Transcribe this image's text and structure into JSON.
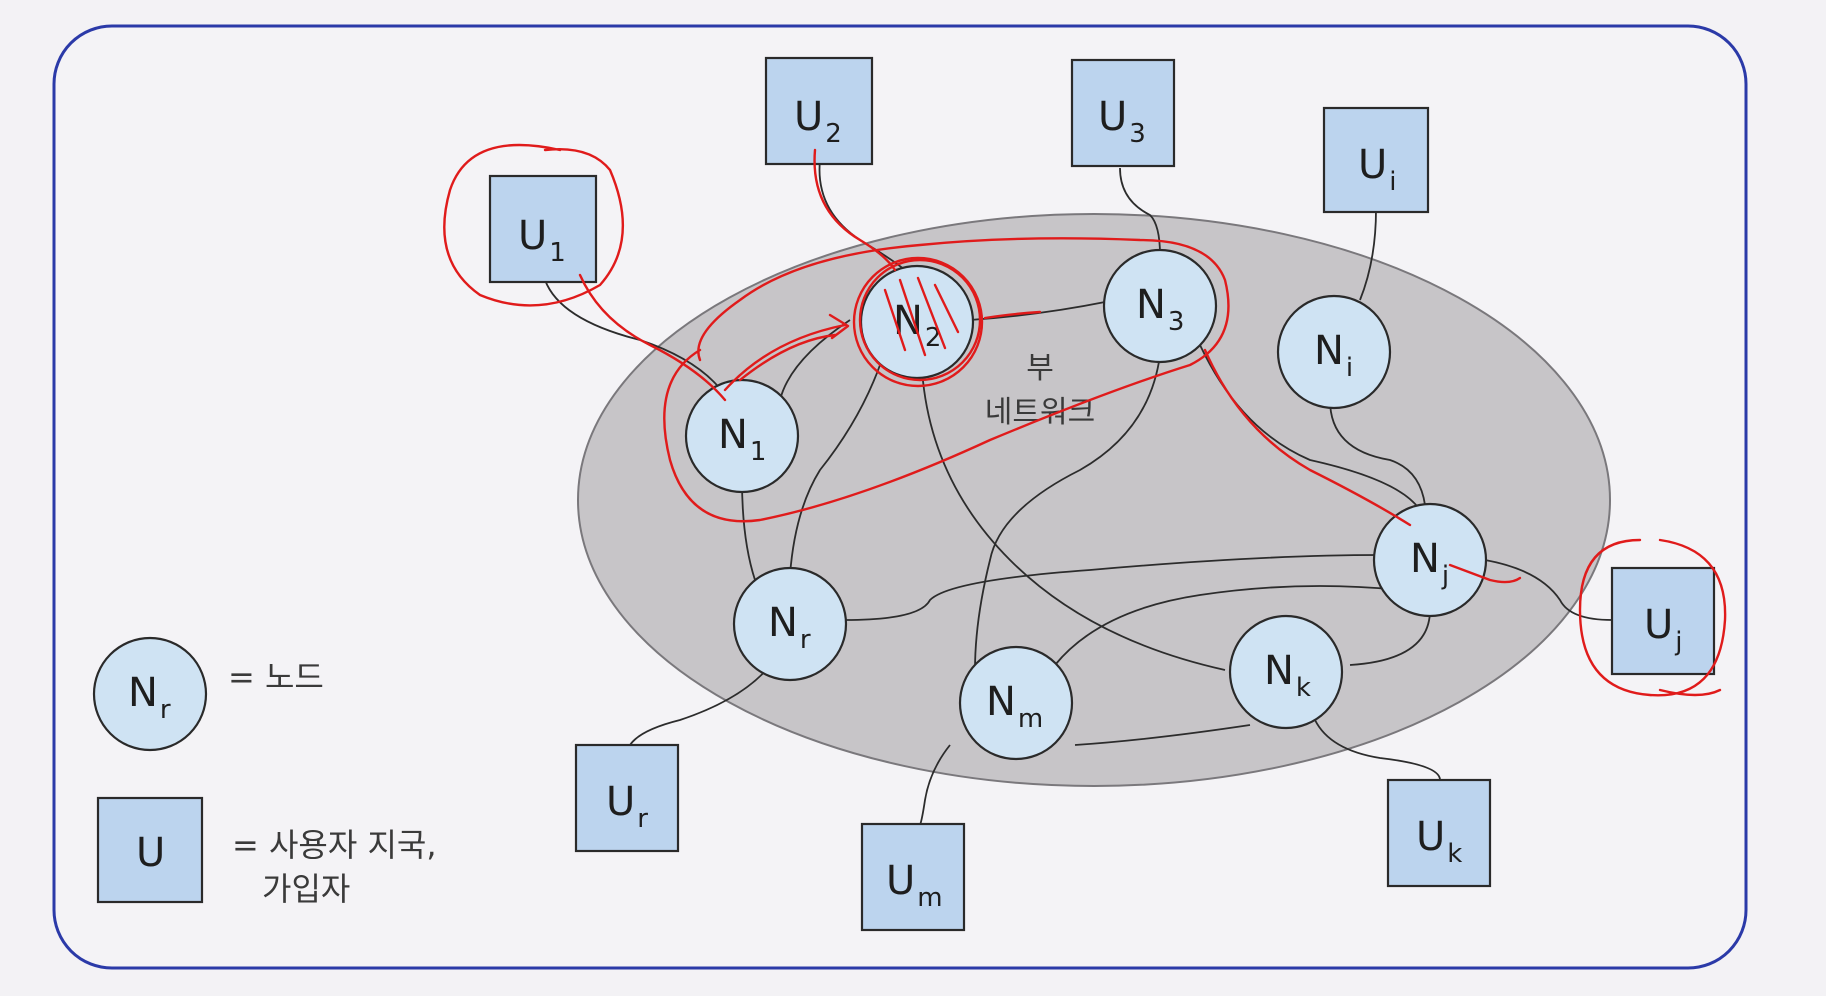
{
  "diagram": {
    "subnetwork_label": [
      "부",
      "네트워크"
    ],
    "nodes": [
      {
        "id": "n1",
        "main": "N",
        "sub": "1"
      },
      {
        "id": "n2",
        "main": "N",
        "sub": "2"
      },
      {
        "id": "n3",
        "main": "N",
        "sub": "3"
      },
      {
        "id": "ni",
        "main": "N",
        "sub": "i"
      },
      {
        "id": "nj",
        "main": "N",
        "sub": "j"
      },
      {
        "id": "nr",
        "main": "N",
        "sub": "r"
      },
      {
        "id": "nm",
        "main": "N",
        "sub": "m"
      },
      {
        "id": "nk",
        "main": "N",
        "sub": "k"
      }
    ],
    "users": [
      {
        "id": "u1",
        "main": "U",
        "sub": "1"
      },
      {
        "id": "u2",
        "main": "U",
        "sub": "2"
      },
      {
        "id": "u3",
        "main": "U",
        "sub": "3"
      },
      {
        "id": "ui",
        "main": "U",
        "sub": "i"
      },
      {
        "id": "uj",
        "main": "U",
        "sub": "j"
      },
      {
        "id": "ur",
        "main": "U",
        "sub": "r"
      },
      {
        "id": "um",
        "main": "U",
        "sub": "m"
      },
      {
        "id": "uk",
        "main": "U",
        "sub": "k"
      }
    ],
    "legend": {
      "node_symbol_main": "N",
      "node_symbol_sub": "r",
      "node_desc": "= 노드",
      "user_symbol": "U",
      "user_desc_line1": "= 사용자 지국,",
      "user_desc_line2": "가입자"
    },
    "colors": {
      "frame": "#2b3aa8",
      "subnetwork_fill": "#c7c5c8",
      "node_fill": "#cfe3f3",
      "user_fill": "#bcd4ee",
      "annotation": "#e01b1b"
    }
  }
}
